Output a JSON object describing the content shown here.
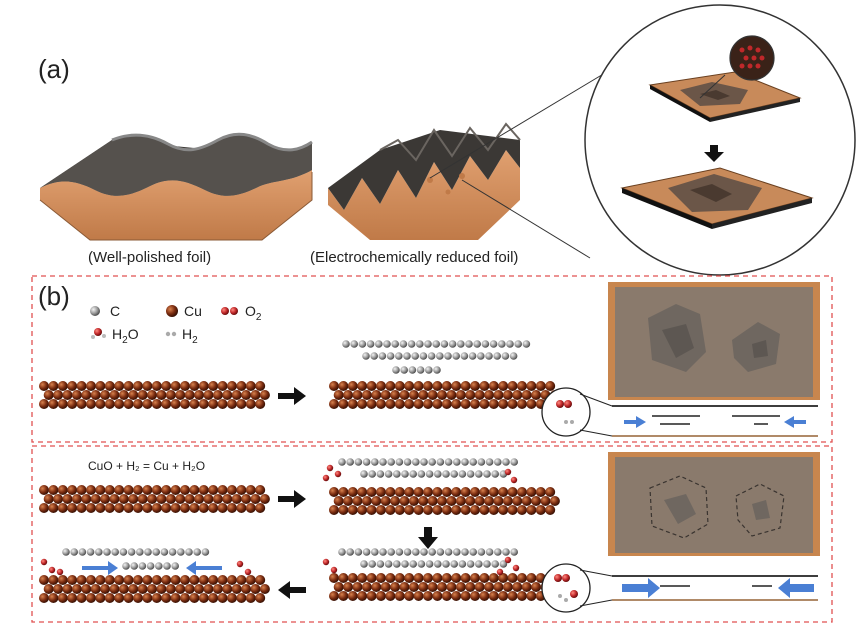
{
  "panel_a": {
    "label": "(a)",
    "captions": [
      "(Well-polished foil)",
      "(Electrochemically reduced foil)"
    ]
  },
  "panel_b": {
    "label": "(b)",
    "legend": {
      "carbon": "C",
      "copper": "Cu",
      "oxygen": "O",
      "oxygen_sub": "2",
      "water": "H",
      "water_sub": "2",
      "water_tail": "O",
      "hydrogen": "H",
      "hydrogen_sub": "2"
    },
    "equation": "CuO + H₂ = Cu + H₂O"
  },
  "colors": {
    "copper": "#c88a5a",
    "copper_atom": "#7a2c10",
    "graphene": "#4a4a4a",
    "oxygen": "#c0282a",
    "arrow_blue": "#4a7fd4",
    "frame_red": "#e05050"
  }
}
